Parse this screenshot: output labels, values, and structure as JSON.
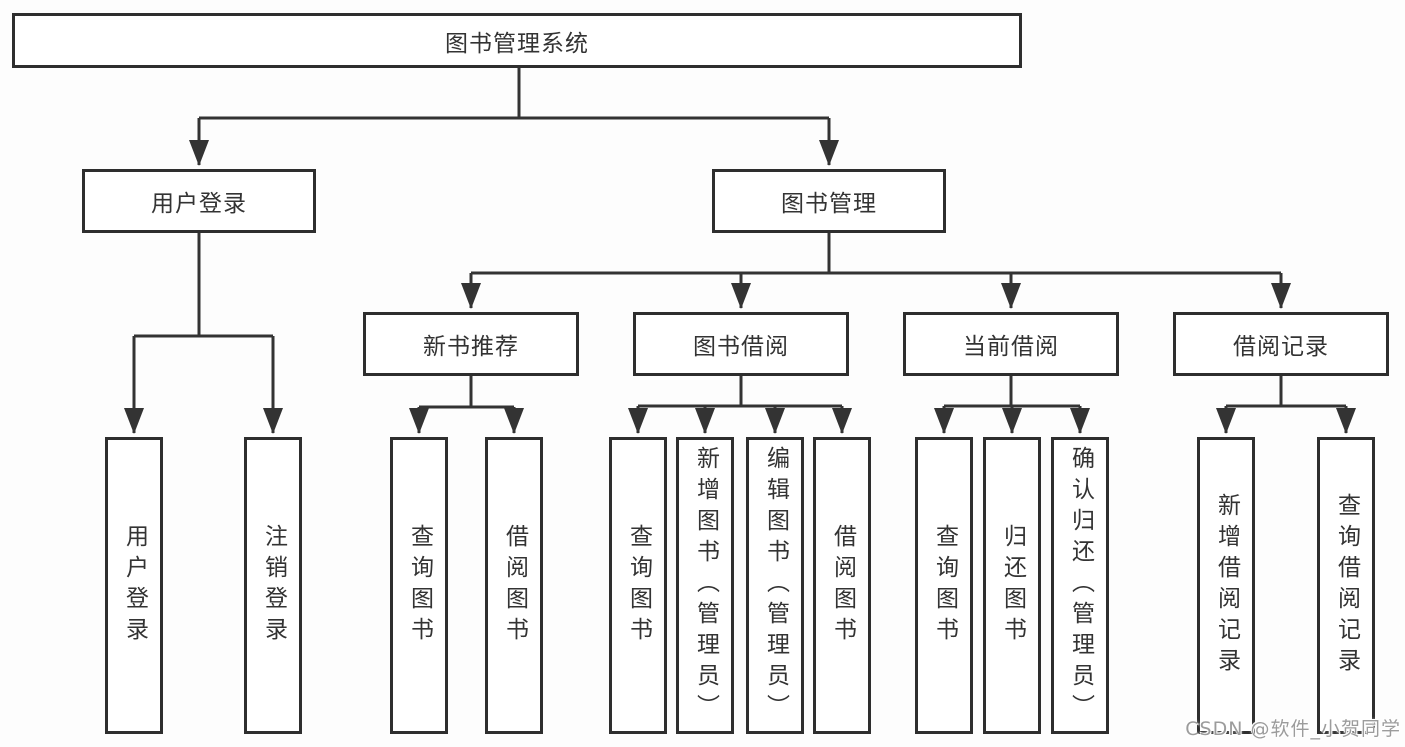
{
  "diagram": {
    "root": {
      "label": "图书管理系统",
      "children": [
        {
          "label": "用户登录",
          "children": [
            {
              "label": "用户登录"
            },
            {
              "label": "注销登录"
            }
          ]
        },
        {
          "label": "图书管理",
          "children": [
            {
              "label": "新书推荐",
              "children": [
                {
                  "label": "查询图书"
                },
                {
                  "label": "借阅图书"
                }
              ]
            },
            {
              "label": "图书借阅",
              "children": [
                {
                  "label": "查询图书"
                },
                {
                  "label": "新增图书（管理员）"
                },
                {
                  "label": "编辑图书（管理员）"
                },
                {
                  "label": "借阅图书"
                }
              ]
            },
            {
              "label": "当前借阅",
              "children": [
                {
                  "label": "查询图书"
                },
                {
                  "label": "归还图书"
                },
                {
                  "label": "确认归还（管理员）"
                }
              ]
            },
            {
              "label": "借阅记录",
              "children": [
                {
                  "label": "新增借阅记录"
                },
                {
                  "label": "查询借阅记录"
                }
              ]
            }
          ]
        }
      ]
    }
  },
  "colors": {
    "line": "#333333",
    "box_border": "#2e2e2e",
    "text": "#333333",
    "watermark": "#9c9c9c"
  },
  "watermark": {
    "text": "CSDN @软件_小贺同学"
  }
}
